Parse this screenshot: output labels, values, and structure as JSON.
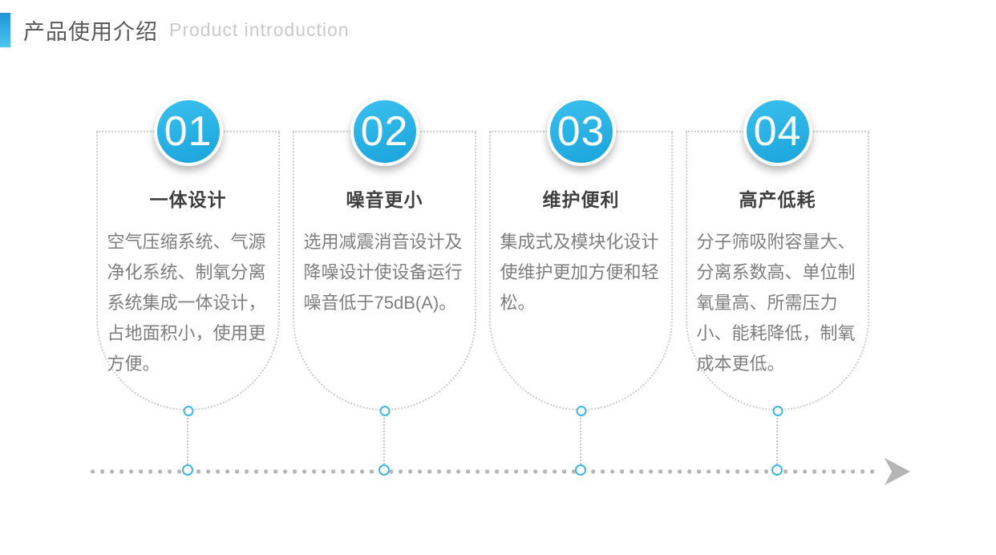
{
  "header": {
    "title": "产品使用介绍",
    "subtitle": "Product introduction"
  },
  "cards": [
    {
      "number": "01",
      "title": "一体设计",
      "body": "空气压缩系统、气源净化系统、制氧分离系统集成一体设计，占地面积小，使用更方便。"
    },
    {
      "number": "02",
      "title": "噪音更小",
      "body": "选用减震消音设计及降噪设计使设备运行噪音低于75dB(A)。"
    },
    {
      "number": "03",
      "title": "维护便利",
      "body": "集成式及模块化设计使维护更加方便和轻松。"
    },
    {
      "number": "04",
      "title": "高产低耗",
      "body": "分子筛吸附容量大、分离系数高、单位制氧量高、所需压力小、能耗降低，制氧成本更低。"
    }
  ],
  "timeline": {
    "direction": "right",
    "node_count": 4
  },
  "icons": {
    "timeline_arrow": "arrow-right-icon"
  },
  "colors": {
    "accent_blue": "#29b2e5",
    "accent_blue_dark": "#1ba4dc",
    "accent_gradient_top": "#1f93d6",
    "accent_gradient_bottom": "#4cc6ef",
    "node_ring_blue": "#3fb6e8",
    "title_gray": "#58595b",
    "subtitle_gray": "#c9cacc",
    "card_title_gray": "#3f3f3f",
    "body_gray": "#7e7e7e",
    "dotted_border_gray": "#cccccc",
    "timeline_gray": "#b5b5b5"
  }
}
